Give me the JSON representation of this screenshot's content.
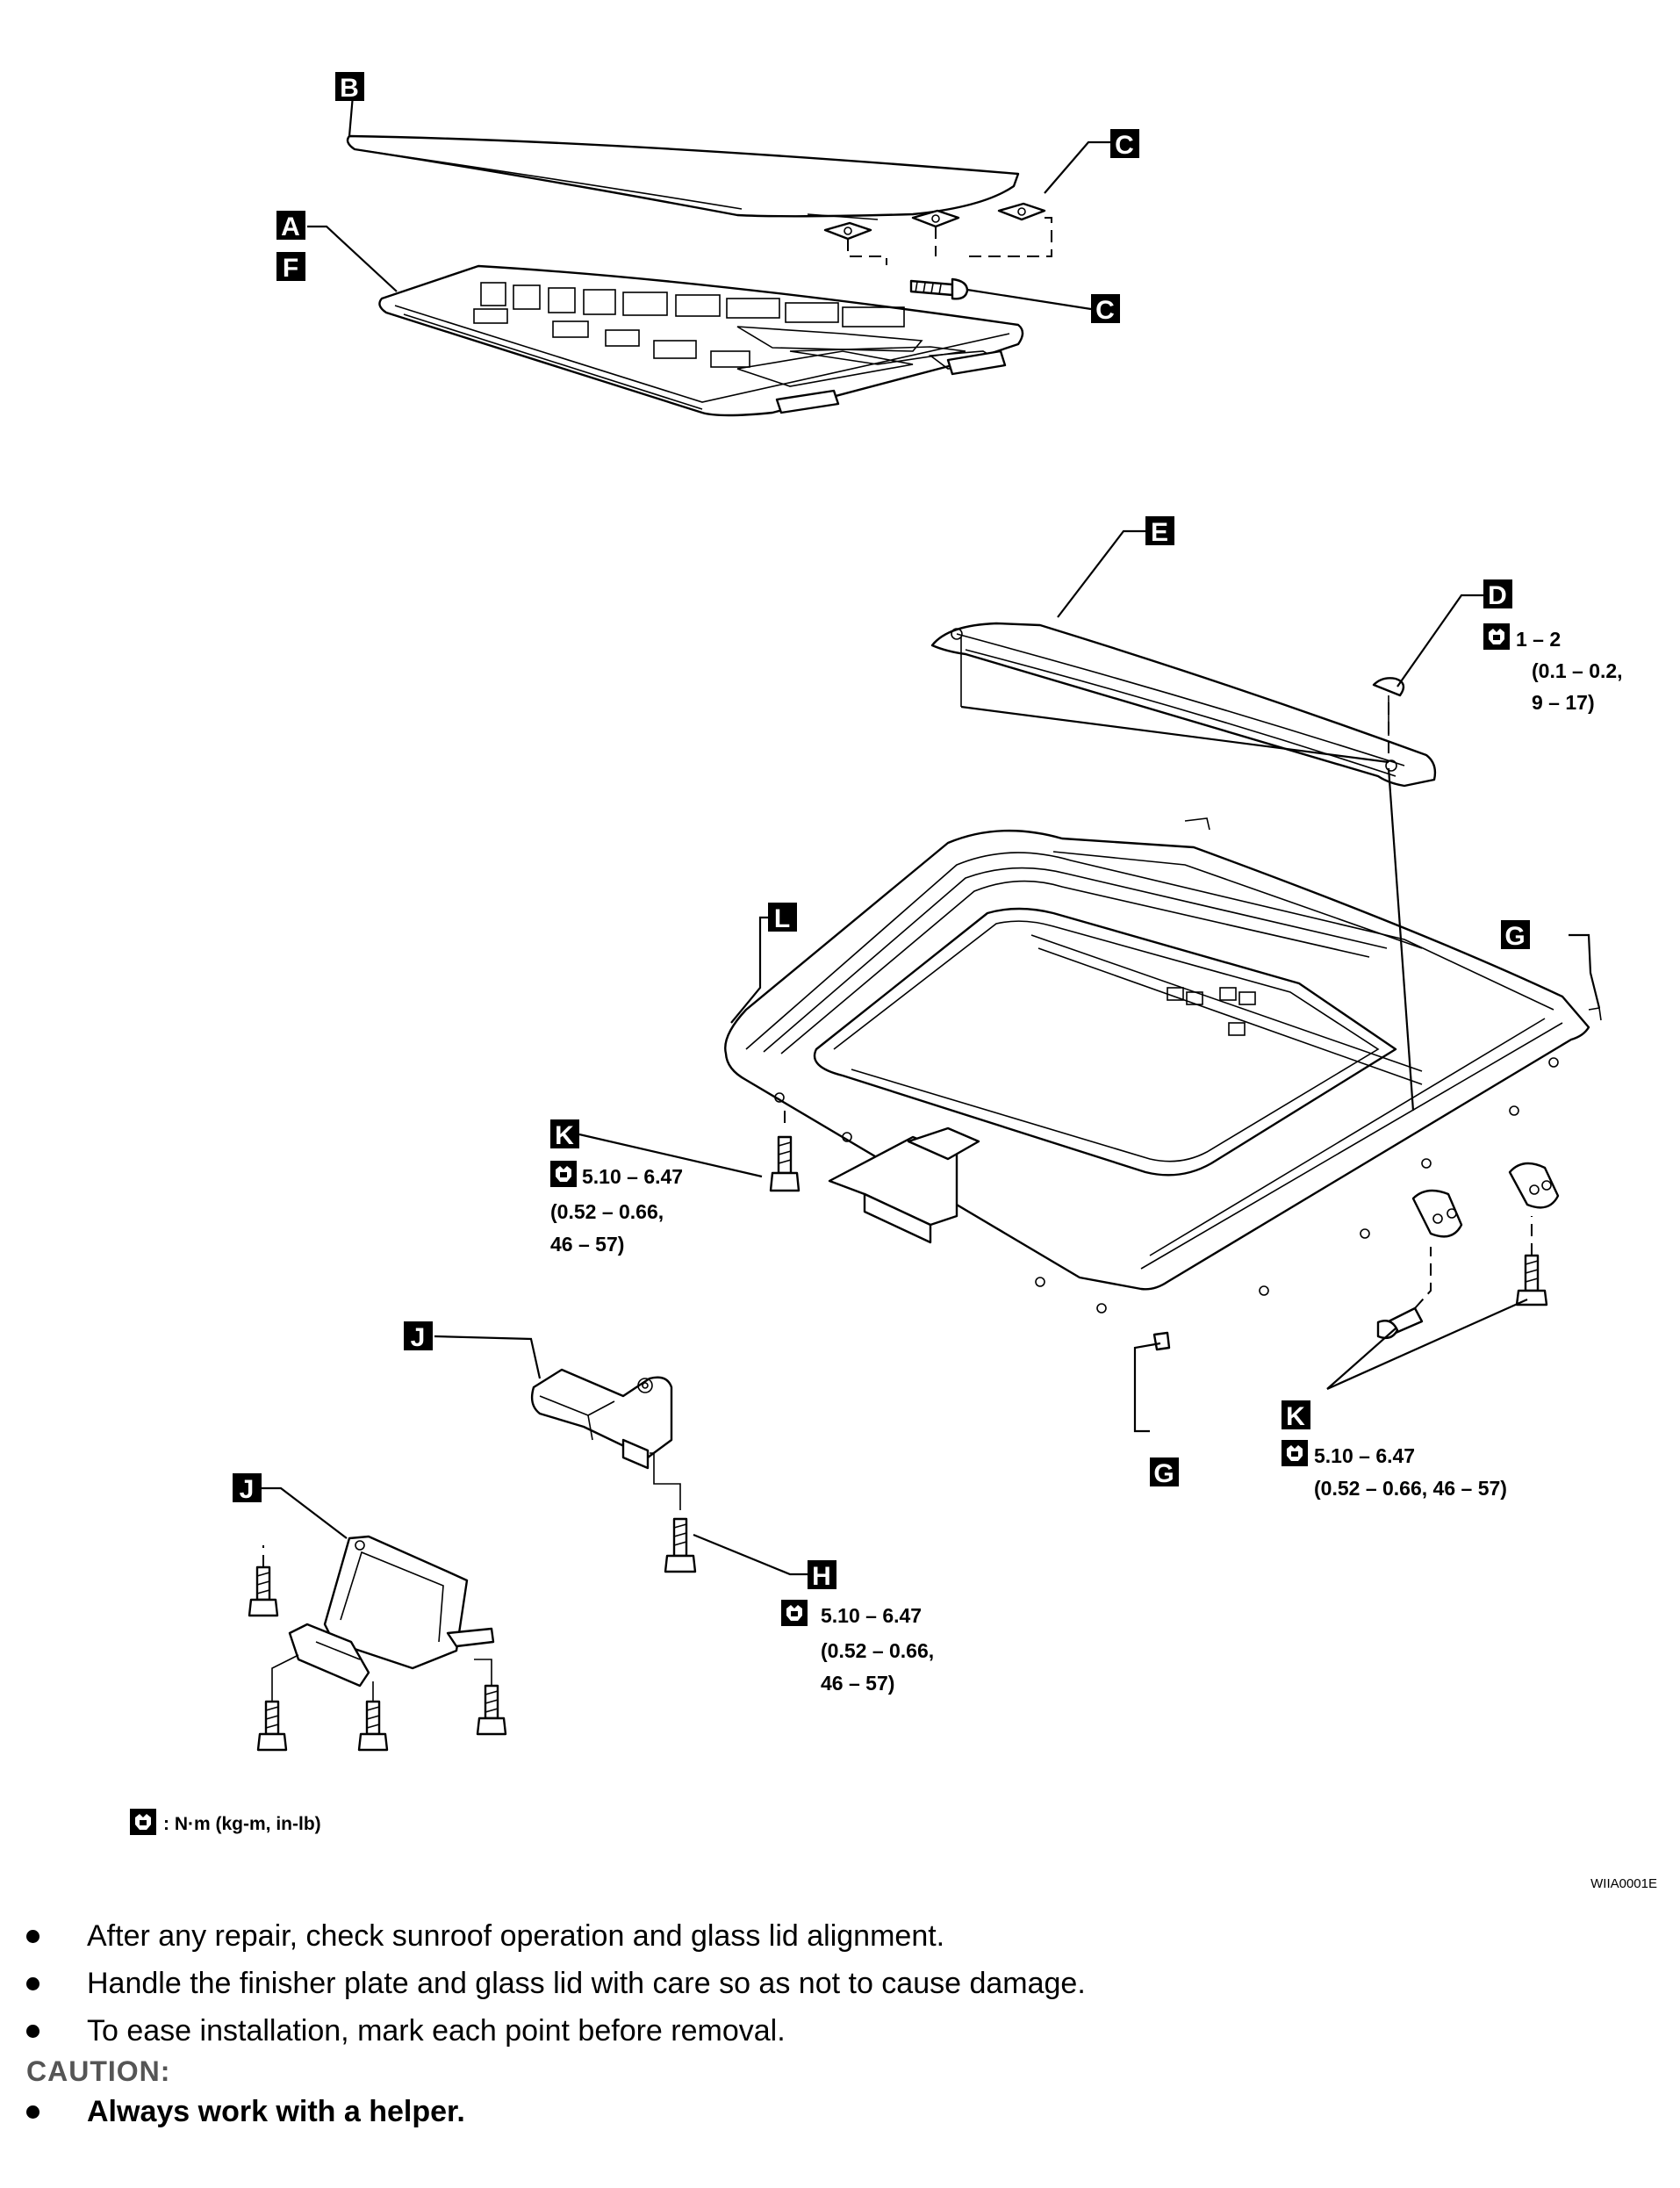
{
  "callouts": {
    "B": "B",
    "C": "C",
    "A": "A",
    "F": "F",
    "E": "E",
    "D": "D",
    "L": "L",
    "G": "G",
    "K": "K",
    "J": "J",
    "H": "H"
  },
  "torque": {
    "D": [
      "1 – 2",
      "(0.1 – 0.2,",
      "9 – 17)"
    ],
    "K_left": [
      "5.10 – 6.47",
      "(0.52 – 0.66,",
      "46 – 57)"
    ],
    "K_right": [
      "5.10 – 6.47",
      "(0.52 – 0.66, 46 – 57)"
    ],
    "H": [
      "5.10 – 6.47",
      "(0.52 – 0.66,",
      "46 – 57)"
    ]
  },
  "legend": {
    "label": ": N·m (kg-m, in-lb)",
    "icon": "torque-wrench-icon"
  },
  "figure_code": "WIIA0001E",
  "notes": [
    "After any repair, check sunroof operation and glass lid alignment.",
    "Handle the finisher plate and glass lid with care so as not to cause damage.",
    "To ease installation, mark each point before removal."
  ],
  "caution": {
    "heading": "CAUTION:",
    "items": [
      "Always work with a helper."
    ]
  }
}
